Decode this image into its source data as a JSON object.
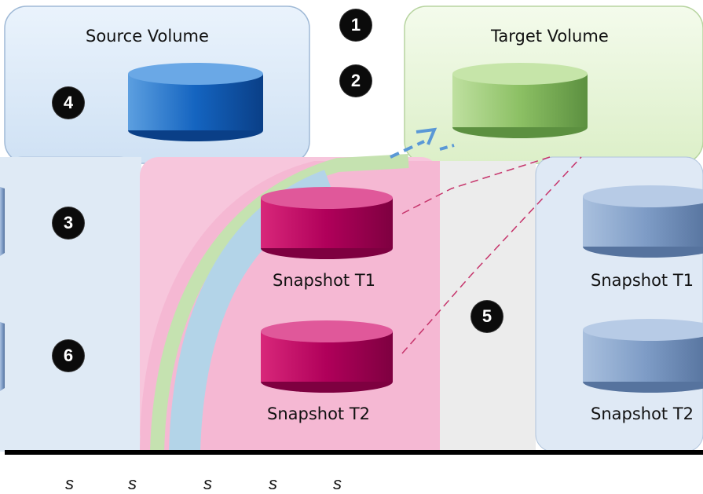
{
  "source": {
    "title": "Source Volume"
  },
  "target": {
    "title": "Target Volume"
  },
  "snapshots_middle": [
    "Snapshot T1",
    "Snapshot T2"
  ],
  "snapshots_right": [
    "Snapshot T1",
    "Snapshot T2"
  ],
  "steps": [
    "1",
    "2",
    "3",
    "4",
    "5",
    "6"
  ],
  "footer_glyphs": [
    "s",
    "s",
    "s",
    "s",
    "s"
  ],
  "colors": {
    "source_panel": "#dceaf8",
    "target_panel": "#ecf7e2",
    "snapshot_pink": "#b5005b",
    "source_disk": "#1565c0",
    "target_disk": "#8fc06a",
    "right_disk": "#7f9cc4"
  }
}
